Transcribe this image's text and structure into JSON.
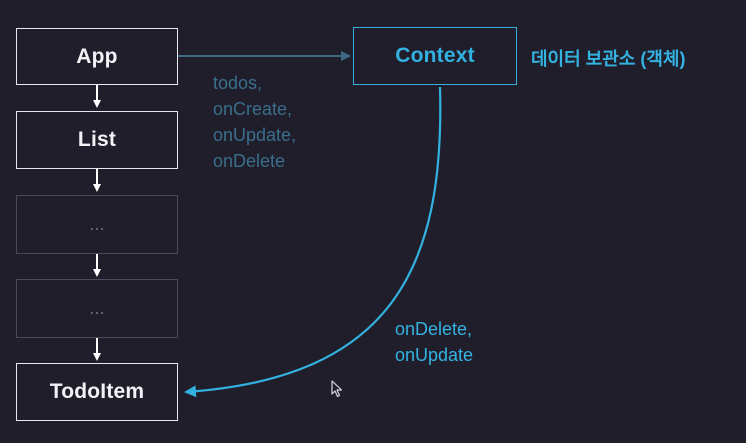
{
  "nodes": {
    "app": "App",
    "list": "List",
    "ellipsis_1": "...",
    "ellipsis_2": "...",
    "todoitem": "TodoItem",
    "context": "Context"
  },
  "context_note": "데이터 보관소 (객체)",
  "props_labels": [
    "todos,",
    "onCreate,",
    "onUpdate,",
    "onDelete"
  ],
  "callback_labels": [
    "onDelete,",
    "onUpdate"
  ],
  "colors": {
    "background": "#1f1e2a",
    "node_border": "#e8e8ee",
    "dim_node": "#4a4a58",
    "accent": "#33b1e0",
    "props_text": "#3a6f8c"
  }
}
